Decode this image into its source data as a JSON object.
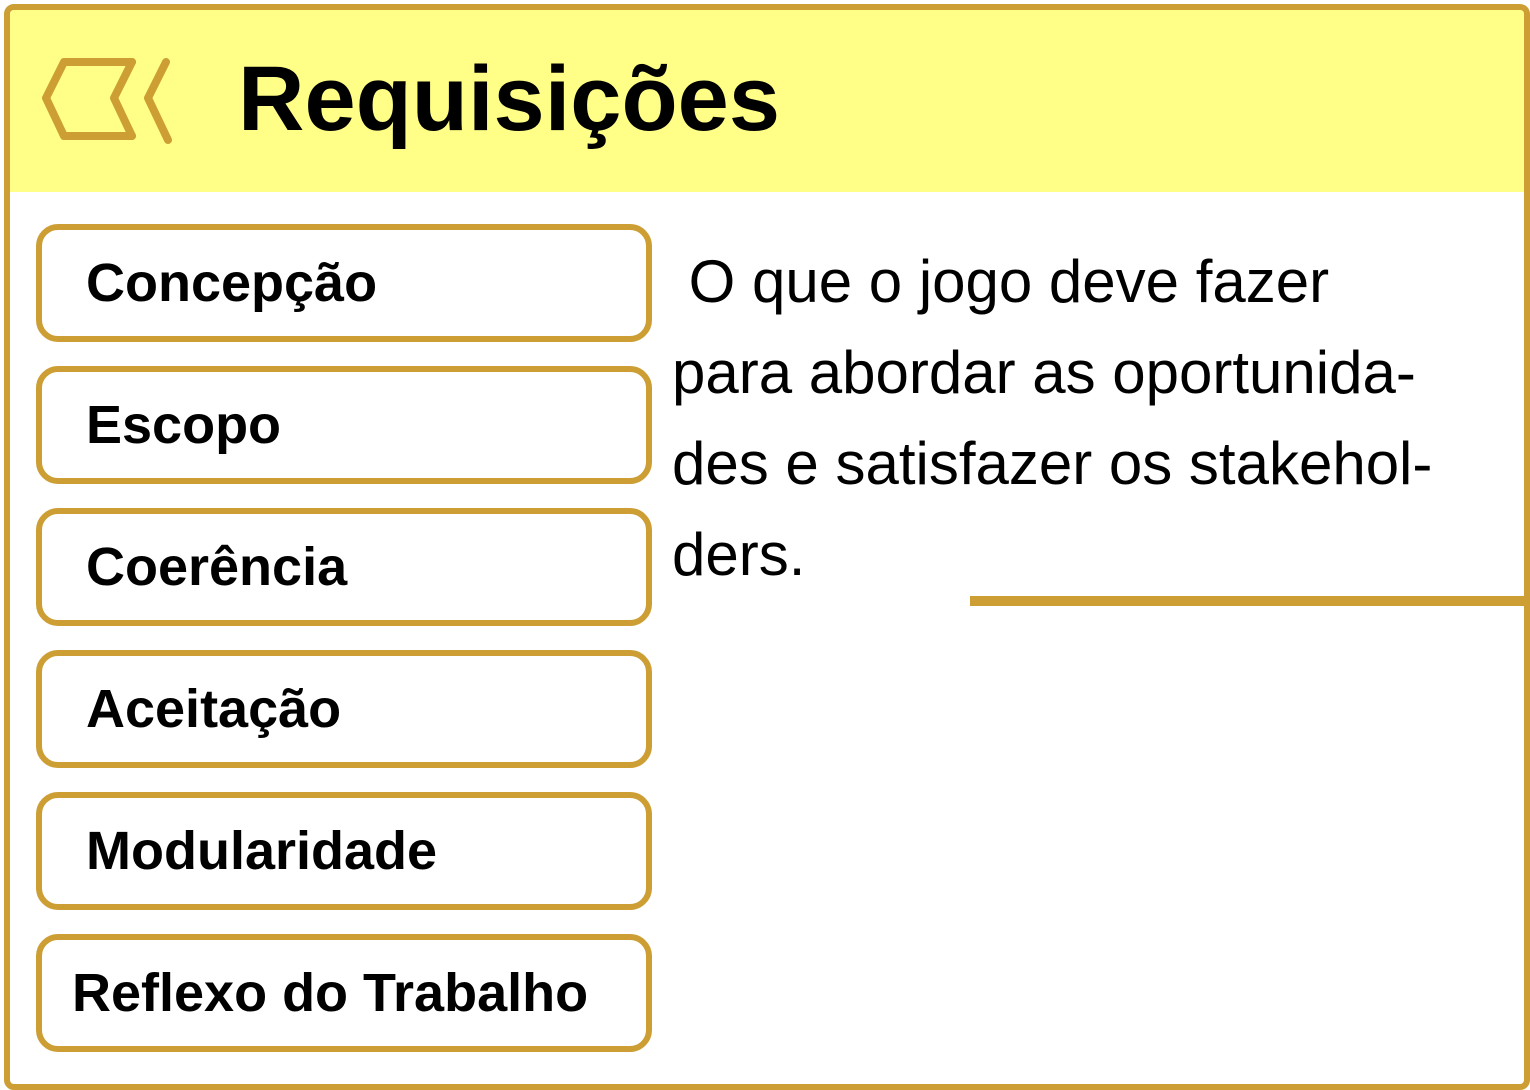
{
  "header": {
    "title": "Requisições",
    "icon": "hexagon-x-icon",
    "background_color": "#ffff88"
  },
  "menu": {
    "items": [
      {
        "label": "Concepção"
      },
      {
        "label": "Escopo"
      },
      {
        "label": "Coerência"
      },
      {
        "label": "Aceitação"
      },
      {
        "label": "Modularidade"
      },
      {
        "label": "Reflexo do Trabalho"
      }
    ]
  },
  "description": {
    "lines": [
      " O que o jogo deve fazer",
      "para abordar as oportunida-",
      "des e satisfazer os stakehol-",
      "ders."
    ]
  },
  "colors": {
    "accent": "#cc9e33",
    "header": "#ffff88",
    "text": "#000000"
  }
}
